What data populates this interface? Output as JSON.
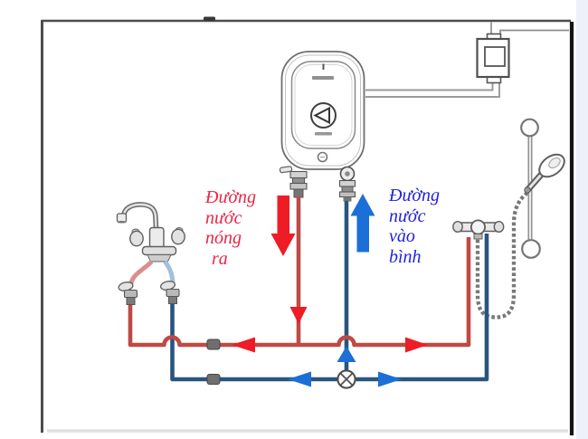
{
  "labels": {
    "hot_out": {
      "lines": [
        "Đường",
        "nước",
        "nóng",
        "ra"
      ],
      "text": "Đường nước nóng ra",
      "color": "#ea2545"
    },
    "cold_in": {
      "lines": [
        "Đường",
        "nước",
        "vào",
        "bình"
      ],
      "text": "Đường nước vào bình",
      "color": "#2121dd"
    }
  },
  "colors": {
    "hot_pipe": "#bf4a45",
    "cold_pipe": "#2a5480",
    "hot_arrow": "#ee1c25",
    "cold_arrow": "#1b6fd6",
    "hot_label": "#ea2545",
    "cold_label": "#2121dd",
    "wall": "#4d4d4d",
    "faucet_hose_hot": "#d9908c",
    "faucet_hose_cold": "#a2c0dd"
  },
  "components": [
    "room-outline",
    "power-switch-box",
    "power-cord",
    "electric-water-heater",
    "heater-logo",
    "pressure-relief-valve",
    "hot-outlet-fitting",
    "cold-inlet-fitting",
    "sink-faucet",
    "faucet-shutoff-valve-hot",
    "faucet-shutoff-valve-cold",
    "hot-water-pipe",
    "cold-water-pipe",
    "pipe-union-hot",
    "pipe-union-cold",
    "main-shutoff-valve",
    "shower-mixer",
    "shower-hose",
    "hand-shower",
    "shower-rail"
  ]
}
